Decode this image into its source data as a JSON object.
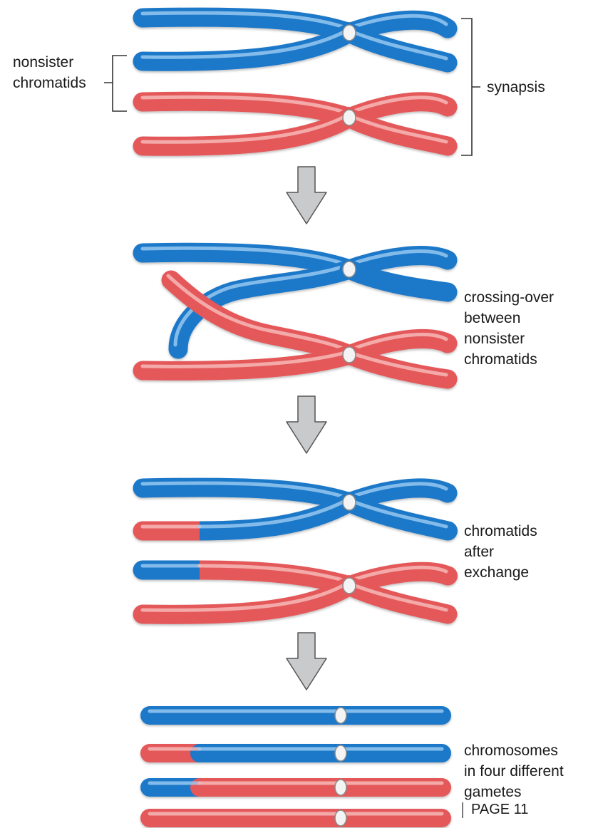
{
  "labels": {
    "nonsister_chromatids": [
      "nonsister",
      "chromatids"
    ],
    "synapsis": "synapsis",
    "crossing_over": [
      "crossing-over",
      "between",
      "nonsister",
      "chromatids"
    ],
    "after_exchange": [
      "chromatids",
      "after",
      "exchange"
    ],
    "gametes": [
      "chromosomes",
      "in four different",
      "gametes"
    ],
    "page": "PAGE 11"
  },
  "colors": {
    "blue": "#1f78c8",
    "blue_hi": "#9ccdf4",
    "red": "#e4585a",
    "red_hi": "#f7b9b7",
    "arrow": "#c9cacc",
    "arrow_stroke": "#555555",
    "centromere": "#f4f4f4"
  }
}
